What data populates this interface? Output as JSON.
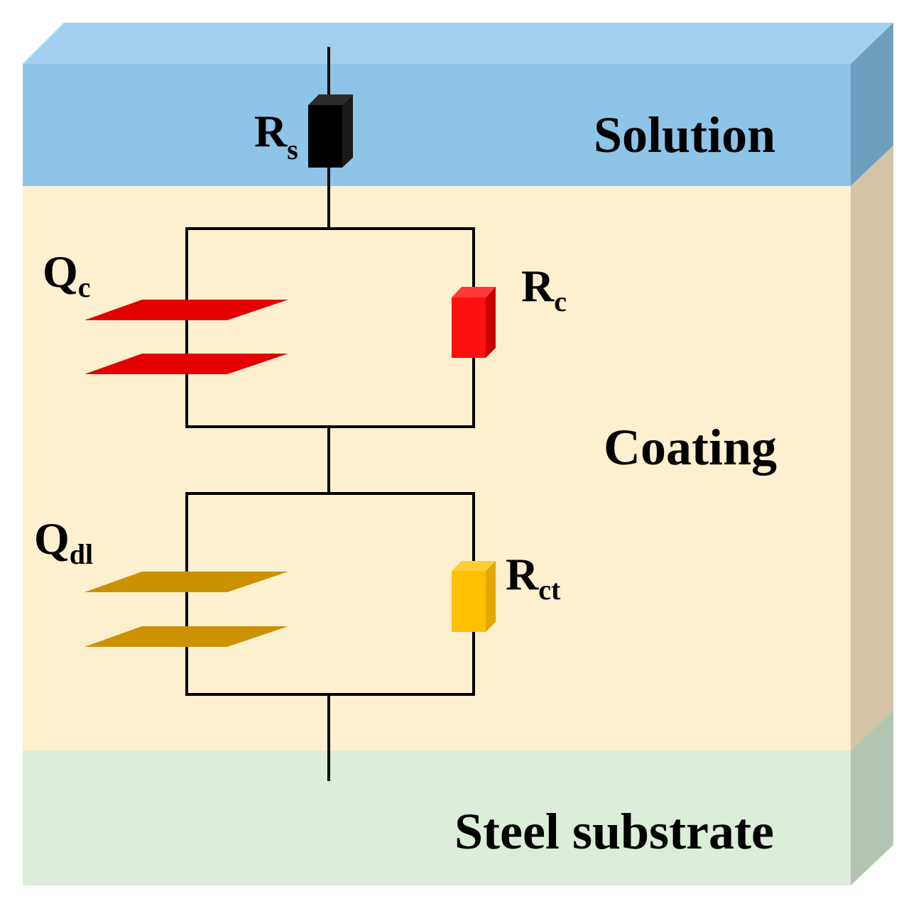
{
  "layers": {
    "solution": {
      "label": "Solution",
      "front_color": "#8dc4e8",
      "top_color": "#a3d0ee",
      "side_color": "#6e9fbf"
    },
    "coating": {
      "label": "Coating",
      "front_color": "#fdf0cf",
      "side_color": "#d3c5a5"
    },
    "substrate": {
      "label": "Steel substrate",
      "front_color": "#dcedd9",
      "side_color": "#b3c5b2"
    }
  },
  "components": {
    "rs": {
      "symbol": "R",
      "subscript": "s",
      "color": "#000000"
    },
    "qc": {
      "symbol": "Q",
      "subscript": "c",
      "color": "#e20000"
    },
    "rc": {
      "symbol": "R",
      "subscript": "c",
      "color": "#ff1010"
    },
    "qdl": {
      "symbol": "Q",
      "subscript": "dl",
      "color": "#cc9100"
    },
    "rct": {
      "symbol": "R",
      "subscript": "ct",
      "color": "#ffc000"
    }
  }
}
